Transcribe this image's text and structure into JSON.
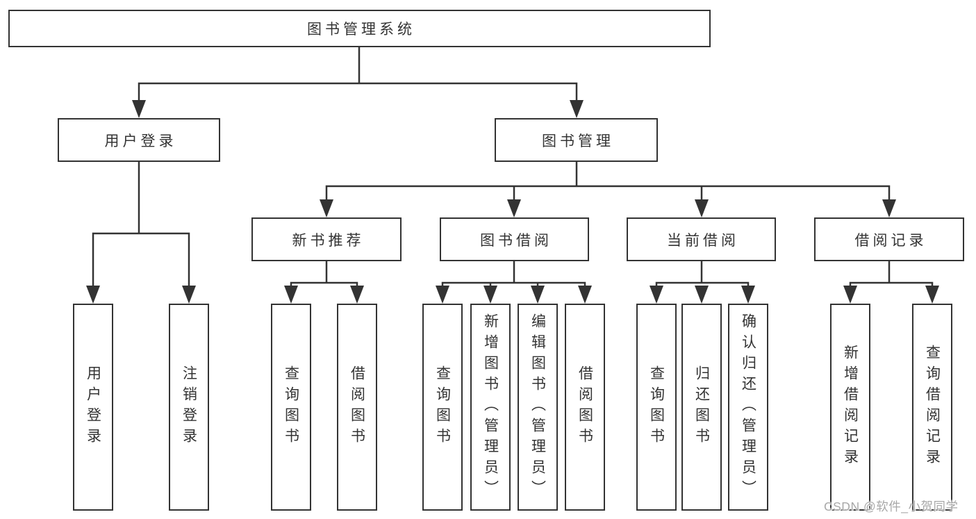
{
  "diagram": {
    "type": "hierarchy-tree",
    "colors": {
      "line": "#333333",
      "box_border": "#333333",
      "text": "#333333",
      "watermark_text": "#a8a8a8",
      "background": "#ffffff"
    }
  },
  "tree": {
    "label": "图书管理系统",
    "children": [
      {
        "label": "用户登录",
        "children": [
          {
            "label": "用户登录"
          },
          {
            "label": "注销登录"
          }
        ]
      },
      {
        "label": "图书管理",
        "children": [
          {
            "label": "新书推荐",
            "children": [
              {
                "label": "查询图书"
              },
              {
                "label": "借阅图书"
              }
            ]
          },
          {
            "label": "图书借阅",
            "children": [
              {
                "label": "查询图书"
              },
              {
                "label": "新增图书（管理员）"
              },
              {
                "label": "编辑图书（管理员）"
              },
              {
                "label": "借阅图书"
              }
            ]
          },
          {
            "label": "当前借阅",
            "children": [
              {
                "label": "查询图书"
              },
              {
                "label": "归还图书"
              },
              {
                "label": "确认归还（管理员）"
              }
            ]
          },
          {
            "label": "借阅记录",
            "children": [
              {
                "label": "新增借阅记录"
              },
              {
                "label": "查询借阅记录"
              }
            ]
          }
        ]
      }
    ]
  },
  "watermark": {
    "text": "CSDN @软件_小贺同学"
  }
}
